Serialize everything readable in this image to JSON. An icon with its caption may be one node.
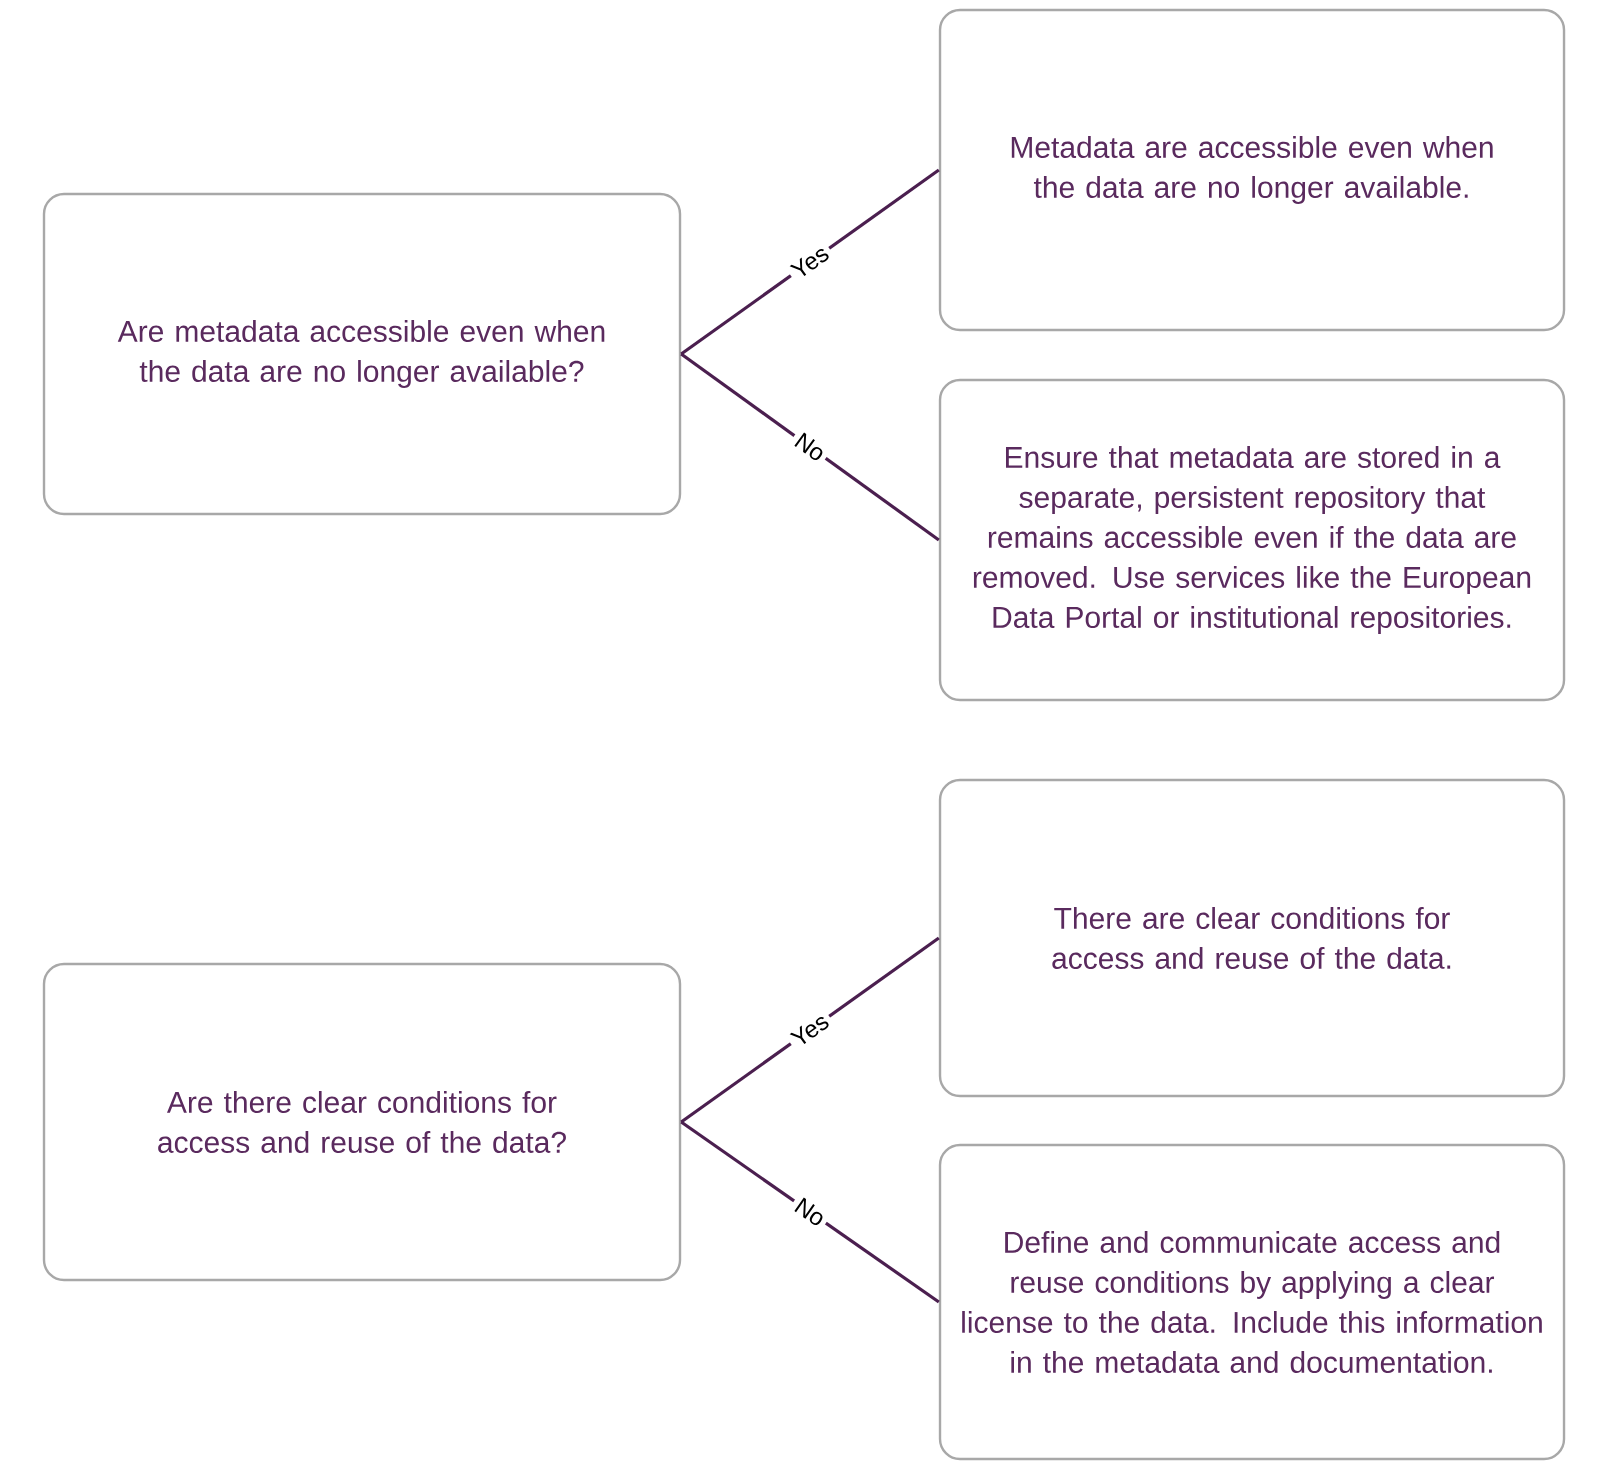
{
  "diagram": {
    "nodes": [
      {
        "text": [
          "Are metadata accessible even when the data are no longer available?"
        ]
      },
      {
        "text": [
          "Metadata are accessible even when the data are no longer available."
        ]
      },
      {
        "text": [
          "Ensure that metadata are stored in a separate, persistent repository that remains accessible even if the data are removed. Use services like the European Data Portal or institutional repositories."
        ]
      },
      {
        "text": [
          "Are there clear conditions for access and reuse of the data?"
        ]
      },
      {
        "text": [
          "There are clear conditions for access and reuse of the data."
        ]
      },
      {
        "text": [
          "Define and communicate access and reuse conditions by applying a clear license to the data. Include this information in the metadata and documentation."
        ]
      }
    ],
    "edges": [
      {
        "from": 0,
        "to": 1,
        "arrow": "none",
        "label": "Yes"
      },
      {
        "from": 0,
        "to": 2,
        "arrow": "none",
        "label": "No"
      },
      {
        "from": 3,
        "to": 4,
        "arrow": "none",
        "label": "Yes"
      },
      {
        "from": 3,
        "to": 5,
        "arrow": "none",
        "label": "No"
      }
    ]
  }
}
